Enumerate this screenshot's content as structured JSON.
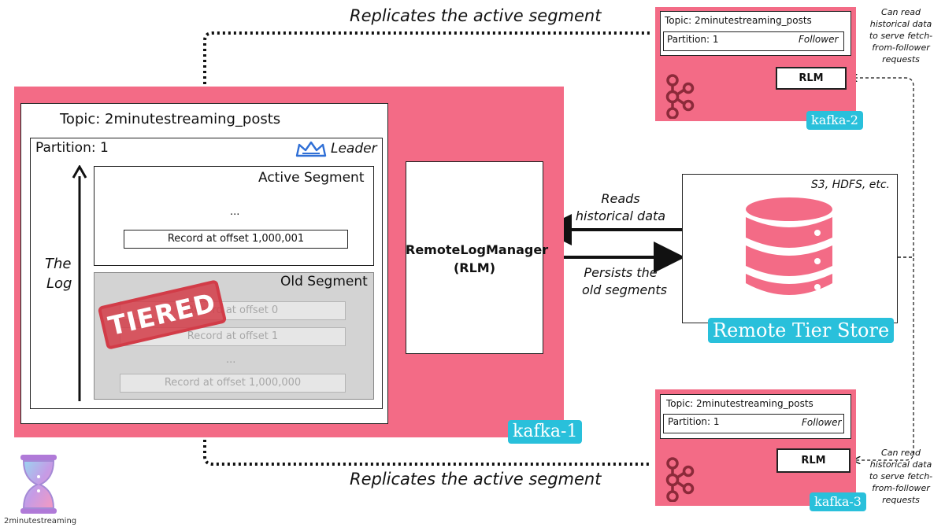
{
  "top_replicate_label": "Replicates the active segment",
  "bottom_replicate_label": "Replicates the active segment",
  "kafka1": {
    "name": "kafka-1",
    "topic": "Topic: 2minutestreaming_posts",
    "partition": "Partition: 1",
    "role": "Leader",
    "log_label_1": "The",
    "log_label_2": "Log",
    "active_segment": {
      "title": "Active Segment",
      "ellipsis": "...",
      "record": "Record at offset 1,000,001"
    },
    "old_segment": {
      "title": "Old Segment",
      "stamp": "TIERED",
      "records": [
        "Record at offset 0",
        "Record at offset 1"
      ],
      "ellipsis": "...",
      "last_record": "Record at offset 1,000,000"
    },
    "rlm_line1": "RemoteLogManager",
    "rlm_line2": "(RLM)"
  },
  "reads_label": [
    "Reads",
    "historical data"
  ],
  "persists_label": [
    "Persists the",
    "old segments"
  ],
  "remote_store": {
    "name": "Remote Tier Store",
    "examples": "S3, HDFS, etc."
  },
  "kafka2": {
    "name": "kafka-2",
    "topic": "Topic: 2minutestreaming_posts",
    "partition": "Partition: 1",
    "role": "Follower",
    "rlm": "RLM",
    "note": [
      "Can read",
      "historical data",
      "to serve fetch-",
      "from-follower",
      "requests"
    ]
  },
  "kafka3": {
    "name": "kafka-3",
    "topic": "Topic: 2minutestreaming_posts",
    "partition": "Partition: 1",
    "role": "Follower",
    "rlm": "RLM",
    "note": [
      "Can read",
      "historical data",
      "to serve fetch-",
      "from-follower",
      "requests"
    ]
  },
  "logo_text": "2minutestreaming",
  "colors": {
    "broker_pink": "#f36b86",
    "label_cyan": "#29c0db",
    "crown_blue": "#2f6fd6",
    "stamp_red": "#d23c48",
    "db_pink": "#f36b86"
  }
}
